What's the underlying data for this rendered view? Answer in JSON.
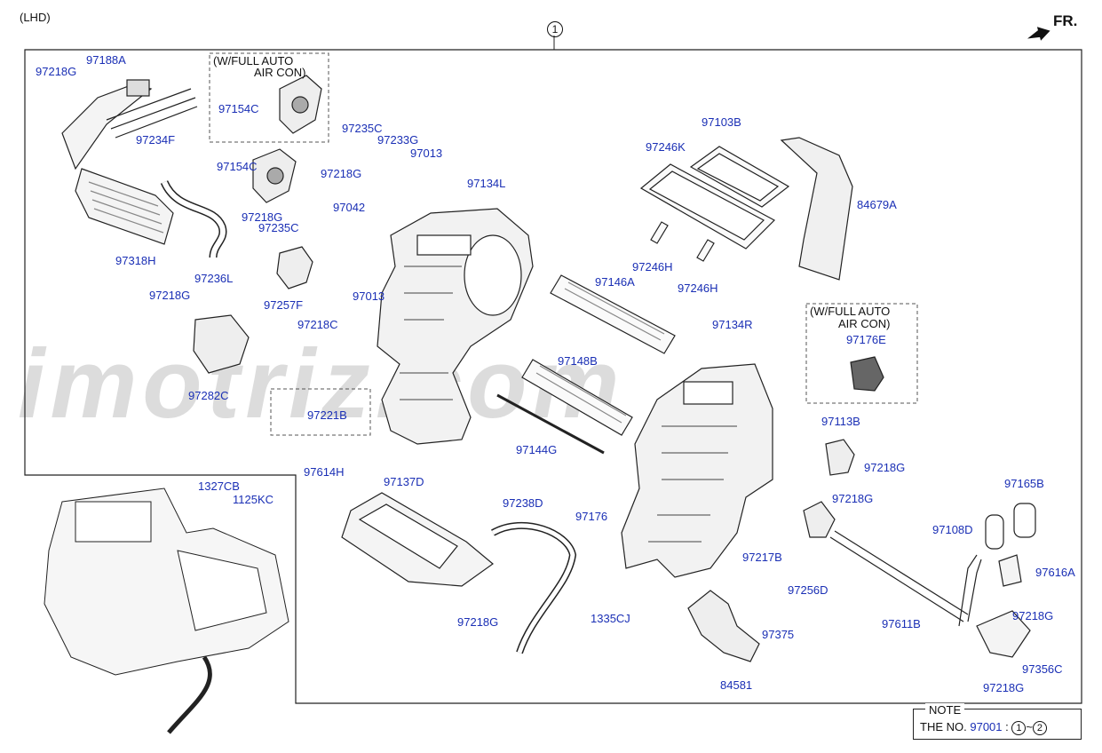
{
  "header": {
    "variant": "(LHD)",
    "assembly_number": "1",
    "direction_label": "FR."
  },
  "option_boxes": [
    {
      "line1": "(W/FULL AUTO",
      "line2": "AIR CON)"
    },
    {
      "line1": "(W/FULL AUTO",
      "line2": "AIR CON)"
    }
  ],
  "watermark_text": "imotriz.com",
  "part_labels": [
    "97218G",
    "97188A",
    "97154C",
    "97234F",
    "97154C",
    "97318H",
    "97236L",
    "97235C",
    "97233G",
    "97218G",
    "97013",
    "97218G",
    "97042",
    "97235C",
    "97257F",
    "97218C",
    "97013",
    "97218G",
    "97282C",
    "97221B",
    "97134L",
    "97246K",
    "97103B",
    "84679A",
    "97246H",
    "97246H",
    "97146A",
    "97134R",
    "97176E",
    "97148B",
    "97144G",
    "97113B",
    "97218G",
    "97218G",
    "97165B",
    "97614H",
    "97137D",
    "97238D",
    "97176",
    "97108D",
    "97217B",
    "97256D",
    "97616A",
    "97218G",
    "1335CJ",
    "97611B",
    "97218G",
    "97375",
    "84581",
    "97218G",
    "97356C",
    "1327CB",
    "1125KC"
  ],
  "note": {
    "title": "NOTE",
    "prefix": "THE NO.",
    "code": "97001",
    "colon": ":",
    "range_start": "1",
    "range_sep": "~",
    "range_end": "2"
  },
  "colors": {
    "label_blue": "#1a2fb5",
    "line_black": "#111111",
    "watermark_gray": "#d9d9d9"
  }
}
